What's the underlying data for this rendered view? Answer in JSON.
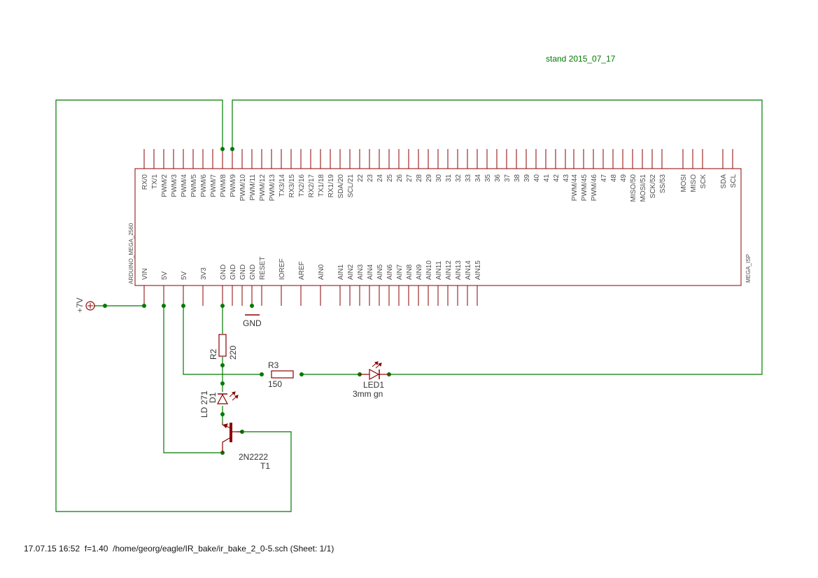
{
  "stamp": "stand 2015_07_17",
  "footer": "17.07.15 16:52  f=1.40  /home/georg/eagle/IR_bake/ir_bake_2_0-5.sch (Sheet: 1/1)",
  "colors": {
    "wire": "#007a00",
    "component": "#8b0000",
    "label": "#4d4d4d",
    "junction": "#007a00"
  },
  "arduino": {
    "name": "ARDUINO_MEGA_2560",
    "isp_label": "MEGA_ISP",
    "top_pins": [
      "RX/0",
      "TX/1",
      "PWM/2",
      "PWM/3",
      "PWM/4",
      "PWM/5",
      "PWM/6",
      "PWM/7",
      "PWM/8",
      "PWM/9",
      "PWM/10",
      "PWM/11",
      "PWM/12",
      "PWM/13",
      "TX3/14",
      "RX3/15",
      "TX2/16",
      "RX2/17",
      "TX1/18",
      "RX1/19",
      "SDA/20",
      "SCL/21",
      "22",
      "23",
      "24",
      "25",
      "26",
      "27",
      "28",
      "29",
      "30",
      "31",
      "32",
      "33",
      "34",
      "35",
      "36",
      "37",
      "38",
      "39",
      "40",
      "41",
      "42",
      "43",
      "PWM/44",
      "PWM/45",
      "PWM/46",
      "47",
      "48",
      "49",
      "MISO/50",
      "MOSI/51",
      "SCK/52",
      "SS/53",
      "MOSI",
      "MISO",
      "SCK",
      "SDA",
      "SCL"
    ],
    "bottom_pins": [
      "VIN",
      "5V",
      "5V",
      "3V3",
      "GND",
      "GND",
      "GND",
      "GND",
      "RESET",
      "IOREF",
      "AREF",
      "AIN0",
      "AIN1",
      "AIN2",
      "AIN3",
      "AIN4",
      "AIN5",
      "AIN6",
      "AIN7",
      "AIN8",
      "AIN9",
      "AIN10",
      "AIN11",
      "AIN12",
      "AIN13",
      "AIN14",
      "AIN15"
    ]
  },
  "components": {
    "supply_7v": {
      "label": "+7V",
      "symbol": "plus-circle-icon"
    },
    "gnd": {
      "label": "GND"
    },
    "r2": {
      "name": "R2",
      "value": "220"
    },
    "r3": {
      "name": "R3",
      "value": "150"
    },
    "d1": {
      "name": "D1",
      "value": "LD 271"
    },
    "led1": {
      "name": "LED1",
      "value": "3mm gn"
    },
    "t1": {
      "name": "T1",
      "value": "2N2222"
    }
  }
}
